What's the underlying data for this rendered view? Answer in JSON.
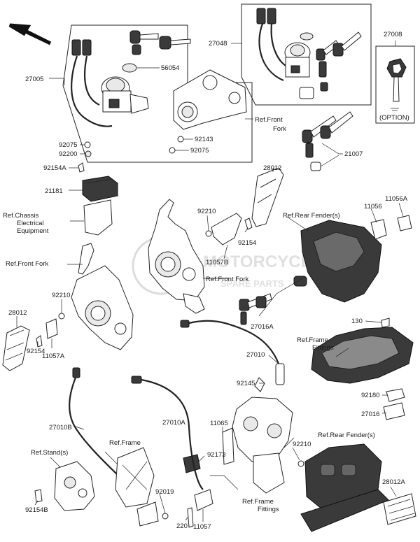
{
  "watermark": {
    "line1": "MOTORCYCLE",
    "line2": "SPARE PARTS",
    "badge": "M"
  },
  "direction_arrow": "front-direction-arrow",
  "part_labels": {
    "p27005": "27005",
    "p56054": "56054",
    "p92075a": "92075",
    "p92200": "92200",
    "p92154A": "92154A",
    "p92143": "92143",
    "p92075b": "92075",
    "p27048": "27048",
    "p27008": "27008",
    "p21007": "21007",
    "p21181": "21181",
    "p28012a": "28012",
    "p92210a": "92210",
    "p92154a": "92154",
    "p11057B": "11057B",
    "p11056": "11056",
    "p11056A": "11056A",
    "p92210b": "92210",
    "p28012b": "28012",
    "p92154b": "92154",
    "p11057A": "11057A",
    "p27016A": "27016A",
    "p130": "130",
    "p27010": "27010",
    "p92145": "92145",
    "p92180": "92180",
    "p27016": "27016",
    "p27010B": "27010B",
    "p27010A": "27010A",
    "p11065": "11065",
    "p92173": "92173",
    "p92210c": "92210",
    "p28012A": "28012A",
    "p92019": "92019",
    "p92154B": "92154B",
    "p220": "220",
    "p11057": "11057"
  },
  "references": {
    "front_fork_top_1": "Ref.Front",
    "front_fork_top_2": "Fork",
    "chassis_1": "Ref.Chassis",
    "chassis_2": "Electrical",
    "chassis_3": "Equipment",
    "front_fork_left": "Ref.Front Fork",
    "front_fork_mid": "Ref.Front Fork",
    "rear_fender_top": "Ref.Rear Fender(s)",
    "frame_fittings_right_1": "Ref.Frame",
    "frame_fittings_right_2": "Fittings",
    "stands": "Ref.Stand(s)",
    "frame": "Ref.Frame",
    "frame_fittings_bottom_1": "Ref.Frame",
    "frame_fittings_bottom_2": "Fittings",
    "rear_fender_bottom": "Ref.Rear Fender(s)"
  },
  "option_label": "(OPTION)"
}
